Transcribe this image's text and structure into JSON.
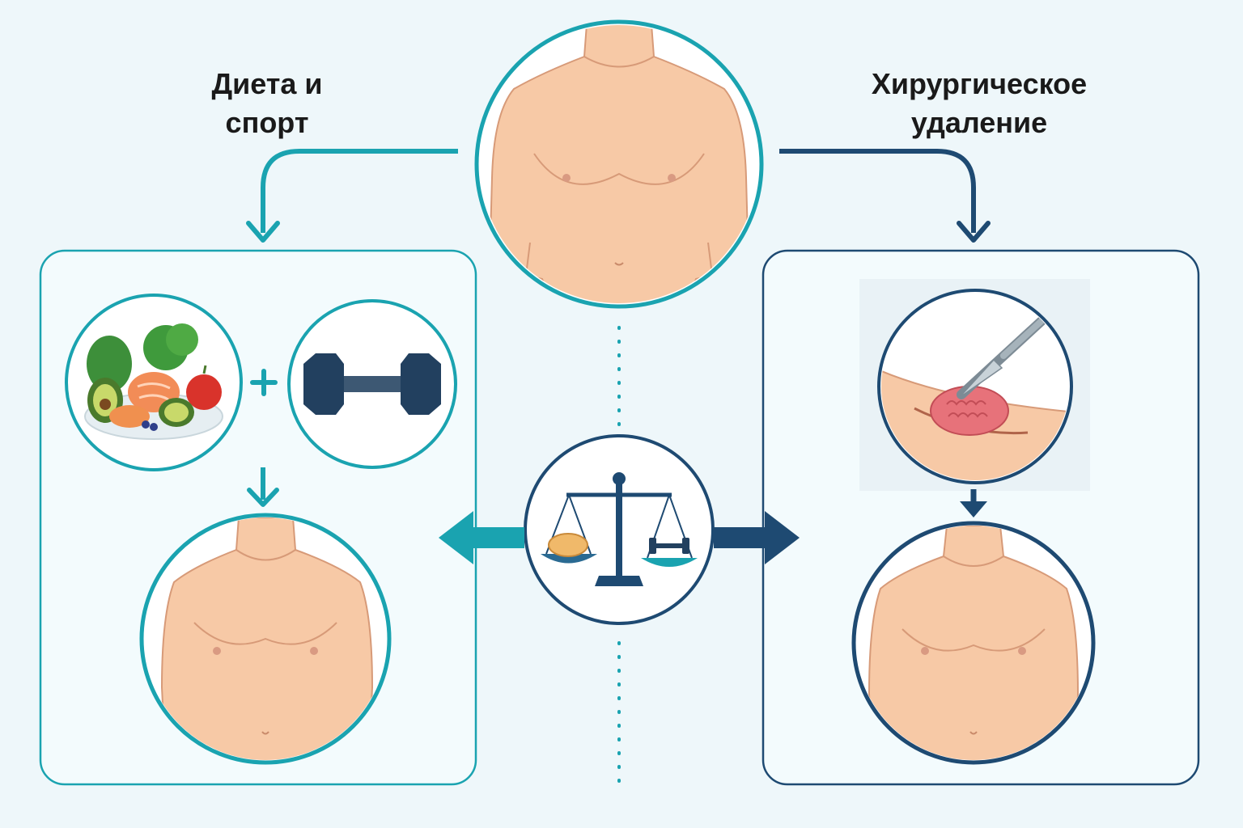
{
  "left_path": {
    "title_line1": "Диета и",
    "title_line2": "спорт",
    "icons": [
      "food-plate-icon",
      "plus-icon",
      "dumbbell-icon",
      "arrow-down-icon",
      "fit-torso-icon"
    ]
  },
  "right_path": {
    "title_line1": "Хирургическое",
    "title_line2": "удаление",
    "icons": [
      "scalpel-surgery-icon",
      "arrow-down-icon",
      "fit-torso-icon"
    ]
  },
  "center": {
    "icons": [
      "chubby-torso-icon",
      "balance-scale-icon",
      "arrow-left-icon",
      "arrow-right-icon"
    ]
  },
  "colors": {
    "teal": "#1aa3b0",
    "navy": "#1e4a72",
    "skin": "#f7c9a6",
    "background": "#eef7fa"
  }
}
